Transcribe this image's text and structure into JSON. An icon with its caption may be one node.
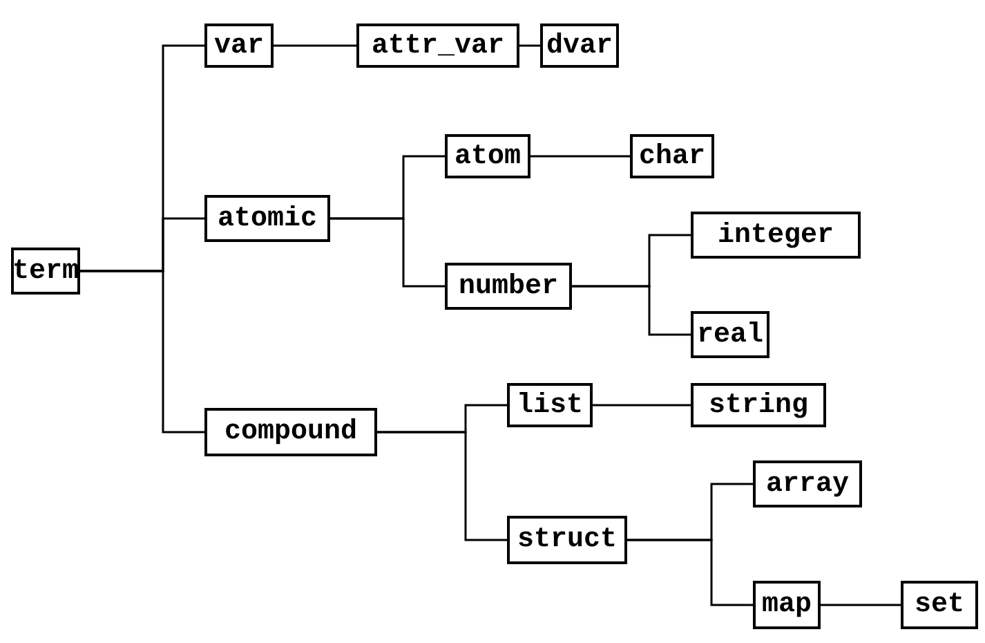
{
  "diagram": {
    "nodes": [
      {
        "text": [
          "term"
        ]
      },
      {
        "text": [
          "var"
        ]
      },
      {
        "text": [
          "attr_var"
        ]
      },
      {
        "text": [
          "dvar"
        ]
      },
      {
        "text": [
          "atomic"
        ]
      },
      {
        "text": [
          "atom"
        ]
      },
      {
        "text": [
          "char"
        ]
      },
      {
        "text": [
          "number"
        ]
      },
      {
        "text": [
          "integer"
        ]
      },
      {
        "text": [
          "real"
        ]
      },
      {
        "text": [
          "compound"
        ]
      },
      {
        "text": [
          "list"
        ]
      },
      {
        "text": [
          "string"
        ]
      },
      {
        "text": [
          "struct"
        ]
      },
      {
        "text": [
          "array"
        ]
      },
      {
        "text": [
          "map"
        ]
      },
      {
        "text": [
          "set"
        ]
      }
    ],
    "edges": [
      {
        "from": 0,
        "to": 1,
        "arrow": "none"
      },
      {
        "from": 0,
        "to": 4,
        "arrow": "none"
      },
      {
        "from": 0,
        "to": 10,
        "arrow": "none"
      },
      {
        "from": 1,
        "to": 2,
        "arrow": "none"
      },
      {
        "from": 2,
        "to": 3,
        "arrow": "none"
      },
      {
        "from": 4,
        "to": 5,
        "arrow": "none"
      },
      {
        "from": 4,
        "to": 7,
        "arrow": "none"
      },
      {
        "from": 5,
        "to": 6,
        "arrow": "none"
      },
      {
        "from": 7,
        "to": 8,
        "arrow": "none"
      },
      {
        "from": 7,
        "to": 9,
        "arrow": "none"
      },
      {
        "from": 10,
        "to": 11,
        "arrow": "none"
      },
      {
        "from": 10,
        "to": 13,
        "arrow": "none"
      },
      {
        "from": 11,
        "to": 12,
        "arrow": "none"
      },
      {
        "from": 13,
        "to": 14,
        "arrow": "none"
      },
      {
        "from": 13,
        "to": 15,
        "arrow": "none"
      },
      {
        "from": 15,
        "to": 16,
        "arrow": "none"
      }
    ]
  }
}
